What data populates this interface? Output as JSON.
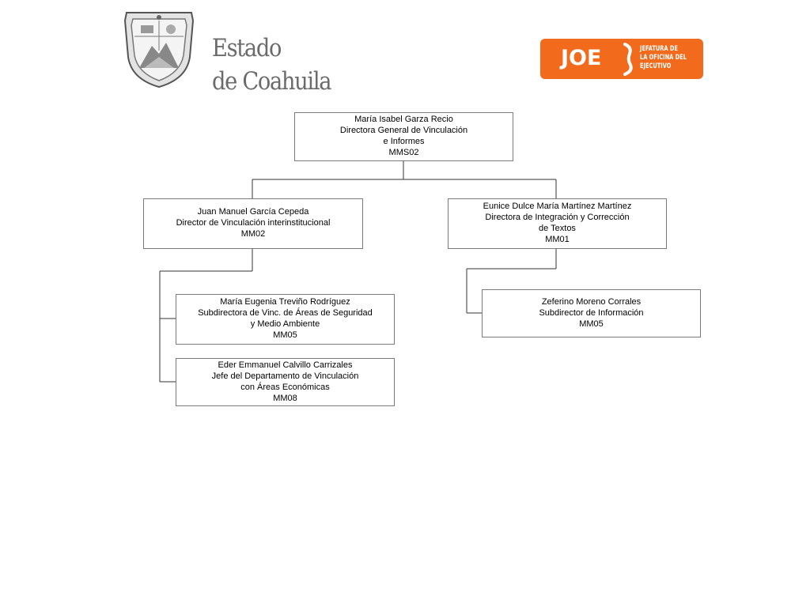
{
  "header": {
    "state_line1": "Estado",
    "state_line2": "de Coahuila",
    "seal_icon": "coahuila-coat-of-arms-icon",
    "joe_logo": {
      "word": "JOE",
      "line1": "JEFATURA DE",
      "line2": "LA OFICINA DEL",
      "line3": "EJECUTIVO",
      "color": "#f26a1b"
    }
  },
  "org": {
    "root": {
      "name": "María Isabel Garza Recio",
      "title1": "Directora General de Vinculación",
      "title2": "e Informes",
      "code": "MMS02"
    },
    "left": {
      "name": "Juan Manuel García Cepeda",
      "title1": "Director de Vinculación interinstitucional",
      "code": "MM02"
    },
    "right": {
      "name": "Eunice Dulce María Martínez Martínez",
      "title1": "Directora de Integración y Corrección",
      "title2": "de Textos",
      "code": "MM01"
    },
    "left_child1": {
      "name": "María  Eugenia Treviño Rodríguez",
      "title1": "Subdirectora de Vinc. de Áreas de Seguridad",
      "title2": "y Medio Ambiente",
      "code": "MM05"
    },
    "left_child2": {
      "name": "Eder Emmanuel Calvillo Carrizales",
      "title1": "Jefe del Departamento de Vinculación",
      "title2": "con Áreas Económicas",
      "code": "MM08"
    },
    "right_child": {
      "name": "Zeferino Moreno Corrales",
      "title1": "Subdirector de Información",
      "code": "MM05"
    }
  }
}
